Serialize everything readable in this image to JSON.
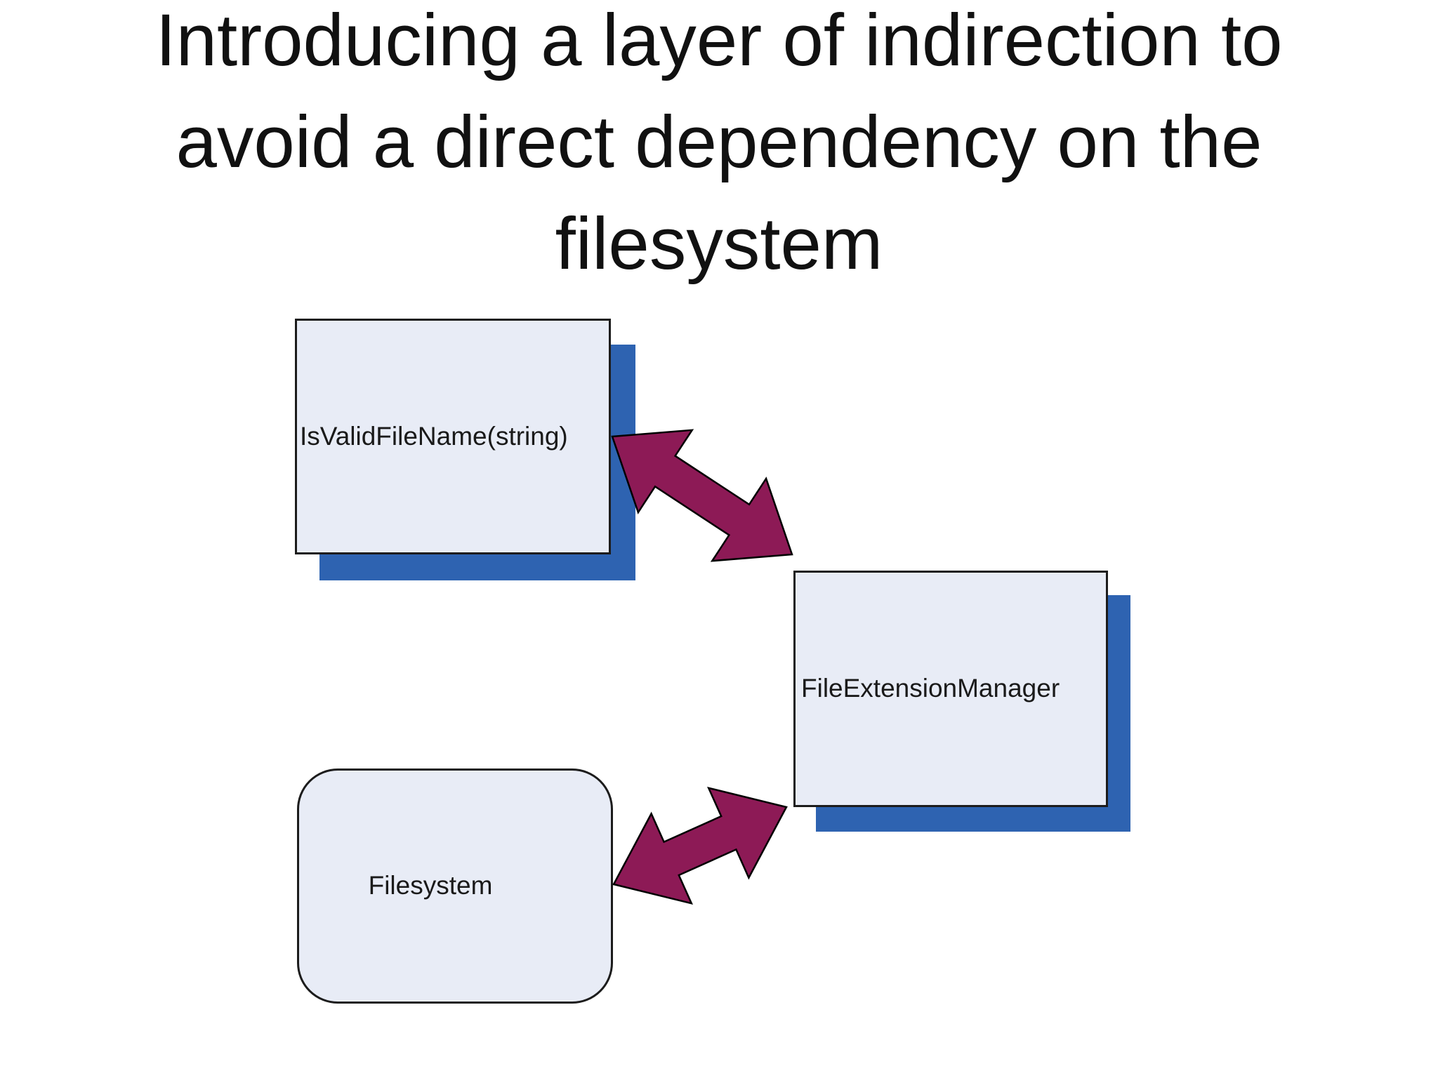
{
  "slide": {
    "title_lines": [
      "Introducing a layer of indirection to",
      "avoid a direct dependency on the",
      "filesystem"
    ]
  },
  "diagram": {
    "nodes": [
      {
        "label": "IsValidFileName(string)",
        "shape": "rectangle",
        "shadow": true
      },
      {
        "label": "FileExtensionManager",
        "shape": "rectangle",
        "shadow": true
      },
      {
        "label": "Filesystem",
        "shape": "rounded-rectangle",
        "shadow": false
      }
    ],
    "connectors": [
      {
        "type": "double-headed-arrow",
        "from": "IsValidFileName(string)",
        "to": "FileExtensionManager"
      },
      {
        "type": "double-headed-arrow",
        "from": "Filesystem",
        "to": "FileExtensionManager"
      }
    ]
  },
  "colors": {
    "background": "#FFFFFF",
    "title_text": "#111111",
    "node_fill": "#E8ECF6",
    "node_border": "#1C1C1C",
    "node_shadow_blue": "#2E63B1",
    "arrow_fill": "#8D1A56",
    "arrow_outline": "#000000"
  }
}
